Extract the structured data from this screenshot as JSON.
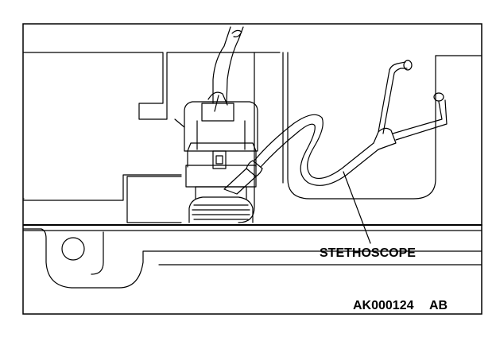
{
  "figure": {
    "callout_label": "STETHOSCOPE",
    "figure_code": "AK000124",
    "figure_suffix": "AB"
  }
}
